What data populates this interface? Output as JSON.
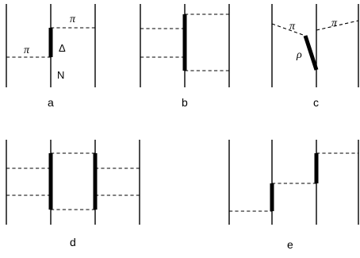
{
  "panels": {
    "a": {
      "caption": "a",
      "pion_label_left": "π",
      "pion_label_right": "π",
      "delta_label": "Δ",
      "nucleon_label": "N"
    },
    "b": {
      "caption": "b"
    },
    "c": {
      "caption": "c",
      "pion_label_left": "π",
      "pion_label_right": "π",
      "rho_label": "ρ"
    },
    "d": {
      "caption": "d"
    },
    "e": {
      "caption": "e"
    }
  }
}
